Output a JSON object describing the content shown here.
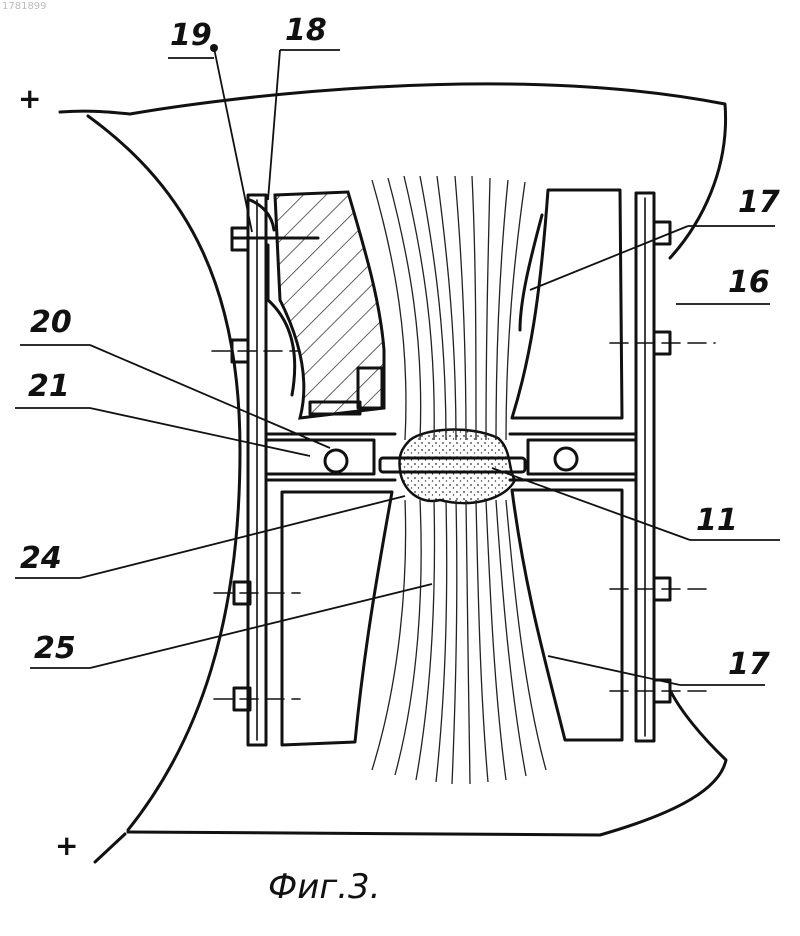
{
  "figure": {
    "caption": "Фиг.3.",
    "corner_mark": "1781899",
    "signs": {
      "top_left": "+",
      "bottom_left": "+"
    },
    "labels": {
      "l19": "19",
      "l18": "18",
      "l17_top": "17",
      "l16": "16",
      "l20": "20",
      "l21": "21",
      "l11": "11",
      "l24": "24",
      "l25": "25",
      "l17_bottom": "17"
    }
  }
}
